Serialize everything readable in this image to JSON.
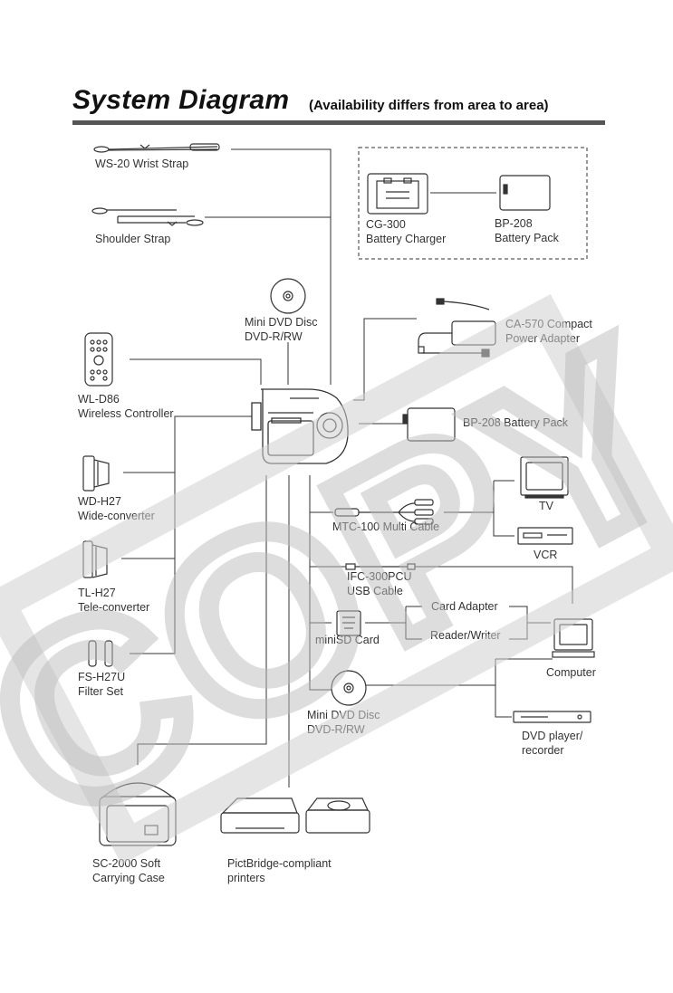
{
  "header": {
    "title": "System Diagram",
    "subtitle": "(Availability differs from area to area)"
  },
  "watermark": "COPY",
  "accessories": {
    "wrist_strap": "WS-20 Wrist Strap",
    "shoulder_strap": "Shoulder Strap",
    "battery_charger": [
      "CG-300",
      "Battery Charger"
    ],
    "battery_pack_box": [
      "BP-208",
      "Battery Pack"
    ],
    "mini_dvd_top": [
      "Mini DVD Disc",
      "DVD-R/RW"
    ],
    "power_adapter": [
      "CA-570 Compact",
      "Power Adapter"
    ],
    "wireless_controller": [
      "WL-D86",
      "Wireless Controller"
    ],
    "battery_pack_right": "BP-208 Battery Pack",
    "wide_converter": [
      "WD-H27",
      "Wide-converter"
    ],
    "tele_converter": [
      "TL-H27",
      "Tele-converter"
    ],
    "filter_set": [
      "FS-H27U",
      "Filter Set"
    ],
    "tv": "TV",
    "multi_cable": "MTC-100 Multi Cable",
    "vcr": "VCR",
    "usb_cable": [
      "IFC-300PCU",
      "USB Cable"
    ],
    "card_adapter": "Card Adapter",
    "reader_writer": "Reader/Writer",
    "minisd_card": "miniSD Card",
    "computer": "Computer",
    "mini_dvd_bottom": [
      "Mini DVD Disc",
      "DVD-R/RW"
    ],
    "dvd_player": [
      "DVD player/",
      "recorder"
    ],
    "carrying_case": [
      "SC-2000 Soft",
      "Carrying Case"
    ],
    "printers": [
      "PictBridge-compliant",
      "printers"
    ]
  }
}
